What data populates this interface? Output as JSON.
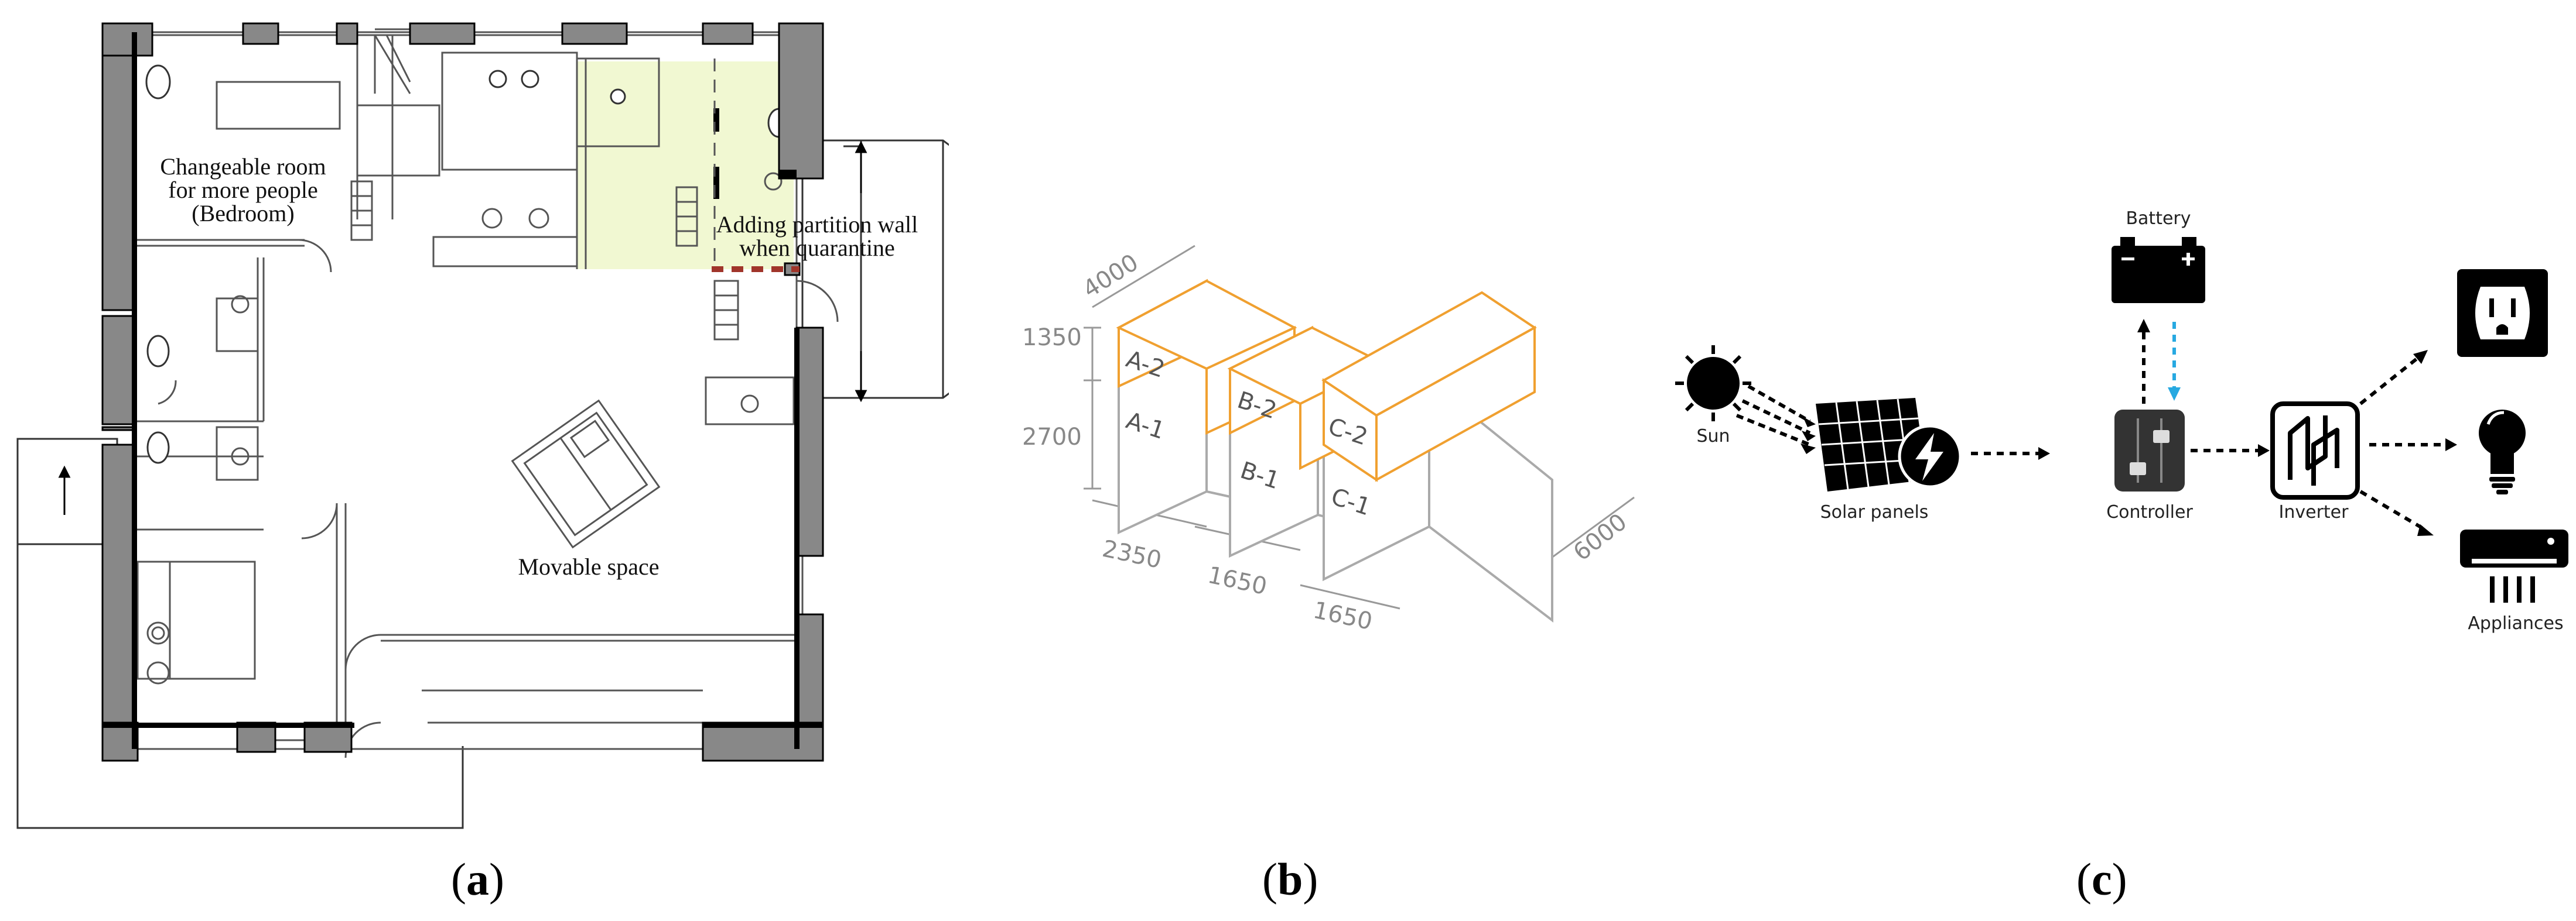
{
  "panel_a": {
    "room_label_1": "Changeable room",
    "room_label_2": "for more people",
    "room_label_3": "(Bedroom)",
    "partition_label_1": "Adding partition wall",
    "partition_label_2": "when quarantine",
    "movable_label": "Movable space",
    "caption_letter": "a"
  },
  "panel_b": {
    "dims": {
      "d4000": "4000",
      "d1350": "1350",
      "d2700": "2700",
      "d2350": "2350",
      "d1650a": "1650",
      "d1650b": "1650",
      "d6000": "6000"
    },
    "modules": {
      "a2": "A-2",
      "b2": "B-2",
      "c2": "C-2",
      "a1": "A-1",
      "b1": "B-1",
      "c1": "C-1"
    },
    "colors": {
      "upper_modules": "#F0A030",
      "lower_modules": "#aaaaaa"
    },
    "caption_letter": "b"
  },
  "panel_c": {
    "sun": "Sun",
    "solar": "Solar panels",
    "battery": "Battery",
    "controller": "Controller",
    "inverter": "Inverter",
    "appliances": "Appliances",
    "icons": [
      "sun-icon",
      "solar-panel-icon",
      "battery-icon",
      "controller-icon",
      "inverter-icon",
      "outlet-icon",
      "bulb-icon",
      "air-conditioner-icon"
    ],
    "colors": {
      "battery_link": "#27a9e1",
      "flow": "#000000"
    },
    "caption_letter": "c"
  }
}
